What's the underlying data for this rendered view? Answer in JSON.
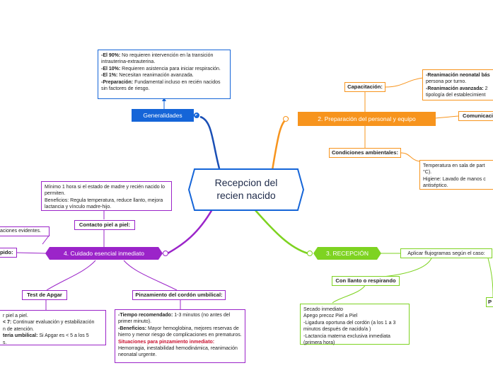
{
  "central": {
    "line1": "Recepcion del",
    "line2": "recien nacido"
  },
  "generalidades": {
    "label": "Generalidades",
    "note": [
      {
        "b": "-El 90%:",
        "t": " No requieren intervención en la transición intrauterina-extrauterina."
      },
      {
        "b": "-El 10%:",
        "t": " Requieren asistencia para iniciar respiración."
      },
      {
        "b": "-El 1%:",
        "t": " Necesitan reanimación avanzada."
      },
      {
        "b": "-Preparación:",
        "t": " Fundamental incluso en recién nacidos sin factores de riesgo."
      }
    ]
  },
  "preparacion": {
    "label": "2. Preparación del personal y equipo",
    "capacitacion": {
      "label": "Capacitación:",
      "note": [
        {
          "b": "-Reanimación neonatal bás",
          "t": ""
        },
        {
          "b": "",
          "t": "persona por turno."
        },
        {
          "b": "-Reanimación avanzada:",
          "t": " 2"
        },
        {
          "b": "",
          "t": "tipología del establecimient"
        }
      ]
    },
    "comunicacion": {
      "label": "Comunicaci"
    },
    "ambientales": {
      "label": "Condiciones ambientales:",
      "note": [
        "Temperatura en sala de part",
        "°C).",
        "Higiene: Lavado de manos c",
        "antiséptico."
      ]
    }
  },
  "recepcion": {
    "label": "3. RECEPCIÓN",
    "flujogramas": {
      "label": "Aplicar flujogramas según el caso:"
    },
    "llanto": {
      "label": "Con llanto o respirando",
      "note": [
        "Secado inmediato",
        "Apego precoz Piel a Piel",
        "-Ligadura oportuna del cordón (a los 1 a 3 minutos después de nacido/a )",
        "-Lactancia materna exclusiva inmediata (primera hora)"
      ]
    },
    "right_fragment": "P"
  },
  "cuidado": {
    "label": "4. Cuidado esencial inmediato",
    "contacto": {
      "label": "Contacto piel a piel:",
      "note": [
        "Mínimo 1 hora si el estado de madre y recién nacido lo permiten.",
        "Beneficios: Regula temperatura, reduce llanto, mejora lactancia y vínculo madre-hijo."
      ]
    },
    "evidentes": "aciones evidentes.",
    "rapido": "pido:",
    "apgar": {
      "label": "Test de Apgar",
      "note": [
        {
          "b": "",
          "t": "r piel a piel."
        },
        {
          "b": "< 7:",
          "t": " Continuar evaluación y estabilización"
        },
        {
          "b": "",
          "t": "n de atención."
        },
        {
          "b": "teria umbilical:",
          "t": " Si Apgar es < 5 a los 5"
        },
        {
          "b": "",
          "t": "s."
        }
      ]
    },
    "pinzamiento": {
      "label": "Pinzamiento del cordón umbilical:",
      "note": [
        {
          "b": "-Tiempo recomendado:",
          "t": " 1-3 minutos (no antes del primer minuto)."
        },
        {
          "b": "-Beneficios:",
          "t": " Mayor hemoglobina, mejores reservas de hierro y menor riesgo de complicaciones en prematuros."
        },
        {
          "r": "Situaciones para pinzamiento inmediato:",
          "t": ""
        },
        {
          "b": "",
          "t": "Hemorragia, inestabilidad hemodinámica, reanimación neonatal urgente."
        }
      ]
    }
  },
  "colors": {
    "blue": "#1565d8",
    "navy": "#1a3f8f",
    "orange": "#f7941d",
    "green": "#7ed321",
    "purple": "#9b24c9",
    "red": "#c8102e"
  }
}
